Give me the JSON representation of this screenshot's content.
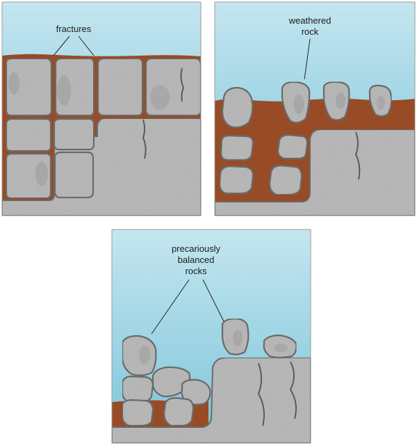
{
  "panels": [
    {
      "id": "panel-1",
      "label_lines": [
        "fractures"
      ]
    },
    {
      "id": "panel-2",
      "label_lines": [
        "weathered",
        "rock"
      ]
    },
    {
      "id": "panel-3",
      "label_lines": [
        "precariously",
        "balanced",
        "rocks"
      ]
    }
  ],
  "colors": {
    "sky_top": "#bfe3ee",
    "sky_bottom": "#7fc6dc",
    "rock": "#bdbdbd",
    "rock_outline": "#6b6b6b",
    "soil": "#a0522d",
    "soil_dark": "#7b3b1c"
  }
}
